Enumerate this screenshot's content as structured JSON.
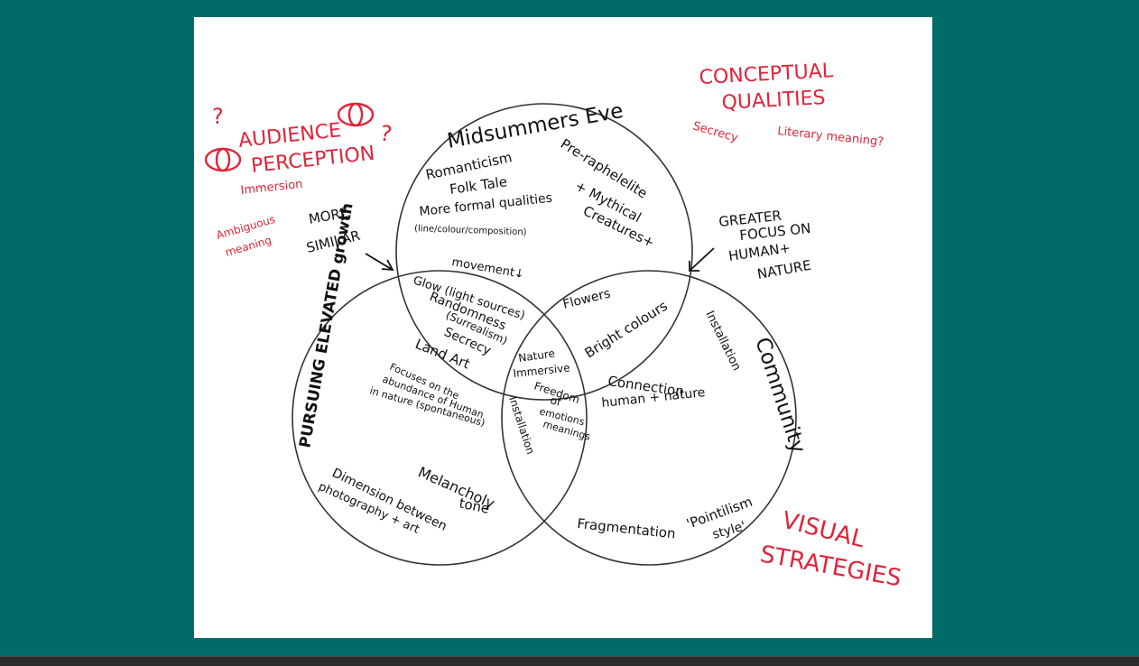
{
  "colors": {
    "background": "#006b68",
    "canvas": "#ffffff",
    "ink": "#111111",
    "accent_red": "#e0243a",
    "bottom_bar": "#2b2b2b"
  },
  "circles": {
    "top": "Midsummers Eve",
    "left": "PURSUING ELEVATED growth",
    "right": "Community"
  },
  "top_only": {
    "romanticism": "Romanticism",
    "folk_tale": "Folk Tale",
    "pre_raphaelite": "Pre-raphelelite",
    "mythical": "+ Mythical",
    "creatures": "Creatures+",
    "formal_1": "More formal qualities",
    "formal_2": "(line/colour/composition)"
  },
  "top_left": {
    "movement": "movement↓",
    "glow": "Glow (light sources)",
    "randomness": "Randomness",
    "surrealism": "(Surrealism)",
    "secrecy": "Secrecy"
  },
  "top_right": {
    "flowers": "Flowers",
    "bright_colours": "Bright colours"
  },
  "center": {
    "nature": "Nature",
    "immersive": "Immersive"
  },
  "left_only": {
    "land_art": "Land Art",
    "focuses_1": "Focuses on the",
    "focuses_2": "abundance of Human",
    "focuses_3": "in nature (spontaneous)",
    "melancholy": "Melancholy",
    "tone": "tone",
    "dimension_1": "Dimension between",
    "dimension_2": "photography + art"
  },
  "left_right": {
    "installation": "Installation",
    "freedom": "Freedom",
    "of": "of",
    "emotions": "emotions",
    "meanings": "meanings"
  },
  "right_only": {
    "installation": "Installation",
    "connection": "Connection",
    "human_nature": "human + nature",
    "fragmentation": "Fragmentation",
    "pointilism": "'Pointilism",
    "style": "style'"
  },
  "annotations": {
    "more_similar_1": "MORE",
    "more_similar_2": "SIMILAR",
    "greater_1": "GREATER",
    "greater_2": "FOCUS ON",
    "greater_3": "HUMAN+",
    "greater_4": "NATURE"
  },
  "audience": {
    "title_1": "AUDIENCE",
    "title_2": "PERCEPTION",
    "q1": "?",
    "q2": "?",
    "immersion": "Immersion",
    "ambiguous_1": "Ambiguous",
    "ambiguous_2": "meaning"
  },
  "conceptual": {
    "title_1": "CONCEPTUAL",
    "title_2": "QUALITIES",
    "secrecy": "Secrecy",
    "literary": "Literary meaning?"
  },
  "visual": {
    "title_1": "VISUAL",
    "title_2": "STRATEGIES"
  }
}
